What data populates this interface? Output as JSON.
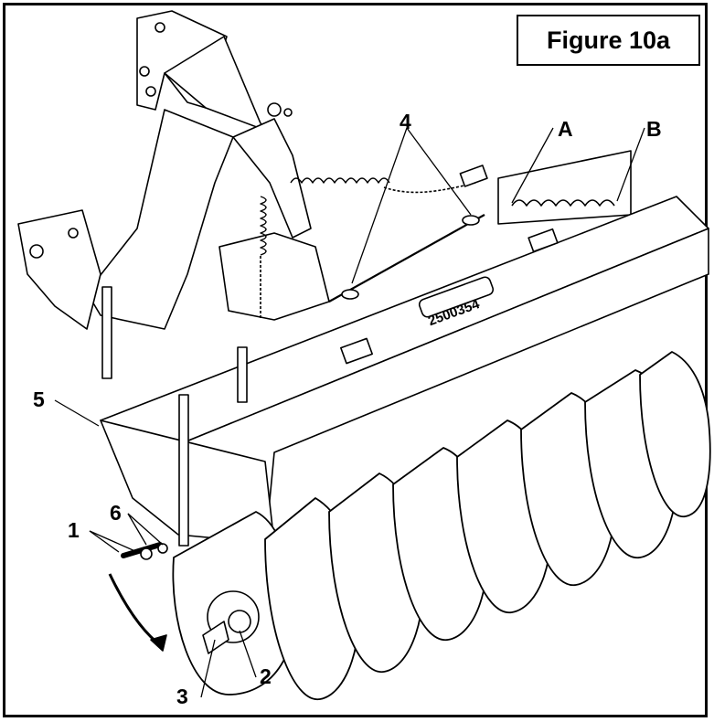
{
  "figure": {
    "title": "Figure 10a"
  },
  "callouts": {
    "one": "1",
    "two": "2",
    "three": "3",
    "four": "4",
    "five": "5",
    "six": "6",
    "a": "A",
    "b": "B"
  },
  "decal": {
    "part_number": "2500354"
  }
}
